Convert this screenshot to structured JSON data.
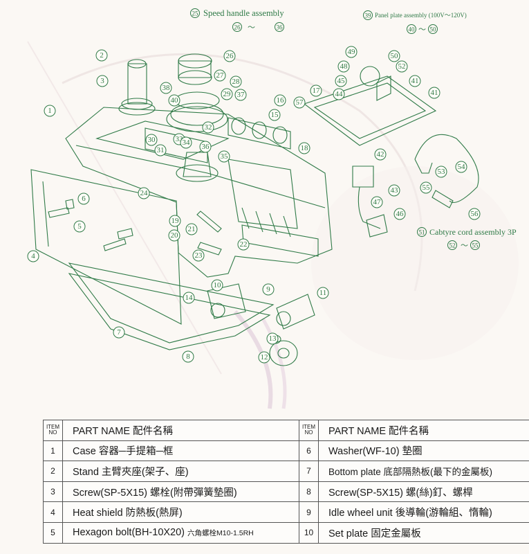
{
  "diagram": {
    "assembly_labels": [
      {
        "num": "25",
        "text": "Speed handle assembly",
        "range_start": "26",
        "range_end": "36"
      },
      {
        "num": "39",
        "text": "Panel plate assembly (100V～120V)",
        "range_start": "40",
        "range_end": "50"
      },
      {
        "num": "51",
        "text": "Cabtyre cord assembly 3P",
        "range_start": "52",
        "range_end": "55"
      }
    ],
    "callouts": [
      "1",
      "2",
      "3",
      "4",
      "5",
      "6",
      "7",
      "8",
      "9",
      "10",
      "11",
      "12",
      "13",
      "14",
      "15",
      "16",
      "17",
      "18",
      "19",
      "20",
      "21",
      "22",
      "23",
      "24",
      "26",
      "27",
      "28",
      "29",
      "30",
      "31",
      "32",
      "33",
      "34",
      "35",
      "36",
      "37",
      "38",
      "40",
      "41",
      "41",
      "42",
      "43",
      "44",
      "45",
      "46",
      "47",
      "48",
      "49",
      "50",
      "52",
      "53",
      "54",
      "55",
      "56",
      "57"
    ]
  },
  "table": {
    "header": {
      "item_no_line1": "ITEM",
      "item_no_line2": "NO",
      "part_name": "PART NAME  配件名稱"
    },
    "rows": [
      {
        "left_no": "1",
        "left_name": "Case  容器─手提箱─框",
        "right_no": "6",
        "right_name": "Washer(WF-10)  墊圈"
      },
      {
        "left_no": "2",
        "left_name": "Stand  主臂夾座(架子、座)",
        "right_no": "7",
        "right_name": "Bottom plate  底部隔熱板(最下的金屬板)"
      },
      {
        "left_no": "3",
        "left_name": "Screw(SP-5X15)  螺栓(附帶彈簧墊圈)",
        "right_no": "8",
        "right_name": "Screw(SP-5X15)  螺(絲)釘、螺桿"
      },
      {
        "left_no": "4",
        "left_name": "Heat shield  防熱板(熱屏)",
        "right_no": "9",
        "right_name": "Idle wheel unit  後導輪(游輪組、惰輪)"
      },
      {
        "left_no": "5",
        "left_name": "Hexagon bolt(BH-10X20)",
        "left_suffix": "六角螺栓M10-1.5RH",
        "right_no": "10",
        "right_name": "Set plate  固定金屬板"
      }
    ]
  }
}
